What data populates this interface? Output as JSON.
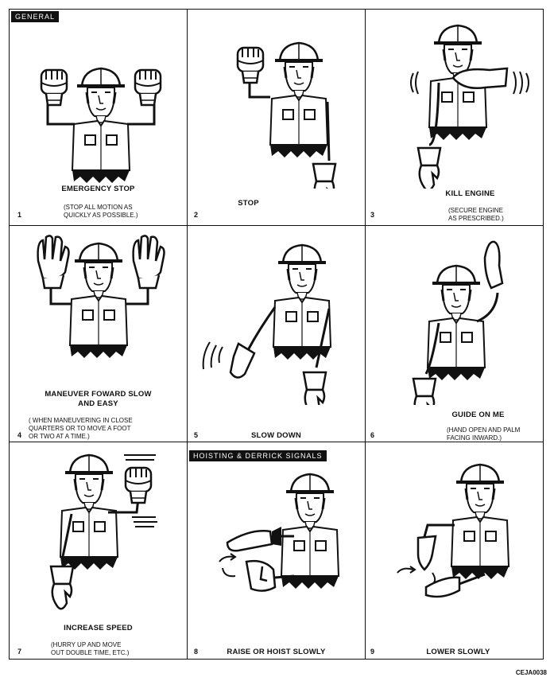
{
  "section_tags": {
    "general": "GENERAL",
    "hoisting": "HOISTING & DERRICK SIGNALS"
  },
  "signals": [
    {
      "number": "1",
      "title": "EMERGENCY STOP",
      "description": "(STOP ALL MOTION AS\nQUICKLY AS POSSIBLE.)"
    },
    {
      "number": "2",
      "title": "STOP",
      "description": ""
    },
    {
      "number": "3",
      "title": "KILL ENGINE",
      "description": "(SECURE ENGINE\nAS PRESCRIBED.)"
    },
    {
      "number": "4",
      "title": "MANEUVER FOWARD SLOW\nAND EASY",
      "description": "( WHEN MANEUVERING IN CLOSE\nQUARTERS OR TO MOVE A FOOT\nOR TWO AT A TIME.)"
    },
    {
      "number": "5",
      "title": "SLOW DOWN",
      "description": ""
    },
    {
      "number": "6",
      "title": "GUIDE ON ME",
      "description": "(HAND OPEN AND PALM\nFACING INWARD.)"
    },
    {
      "number": "7",
      "title": "INCREASE SPEED",
      "description": "(HURRY UP AND MOVE\nOUT DOUBLE TIME, ETC.)"
    },
    {
      "number": "8",
      "title": "RAISE OR HOIST SLOWLY",
      "description": ""
    },
    {
      "number": "9",
      "title": "LOWER SLOWLY",
      "description": ""
    }
  ],
  "footer_code": "CEJA0038"
}
